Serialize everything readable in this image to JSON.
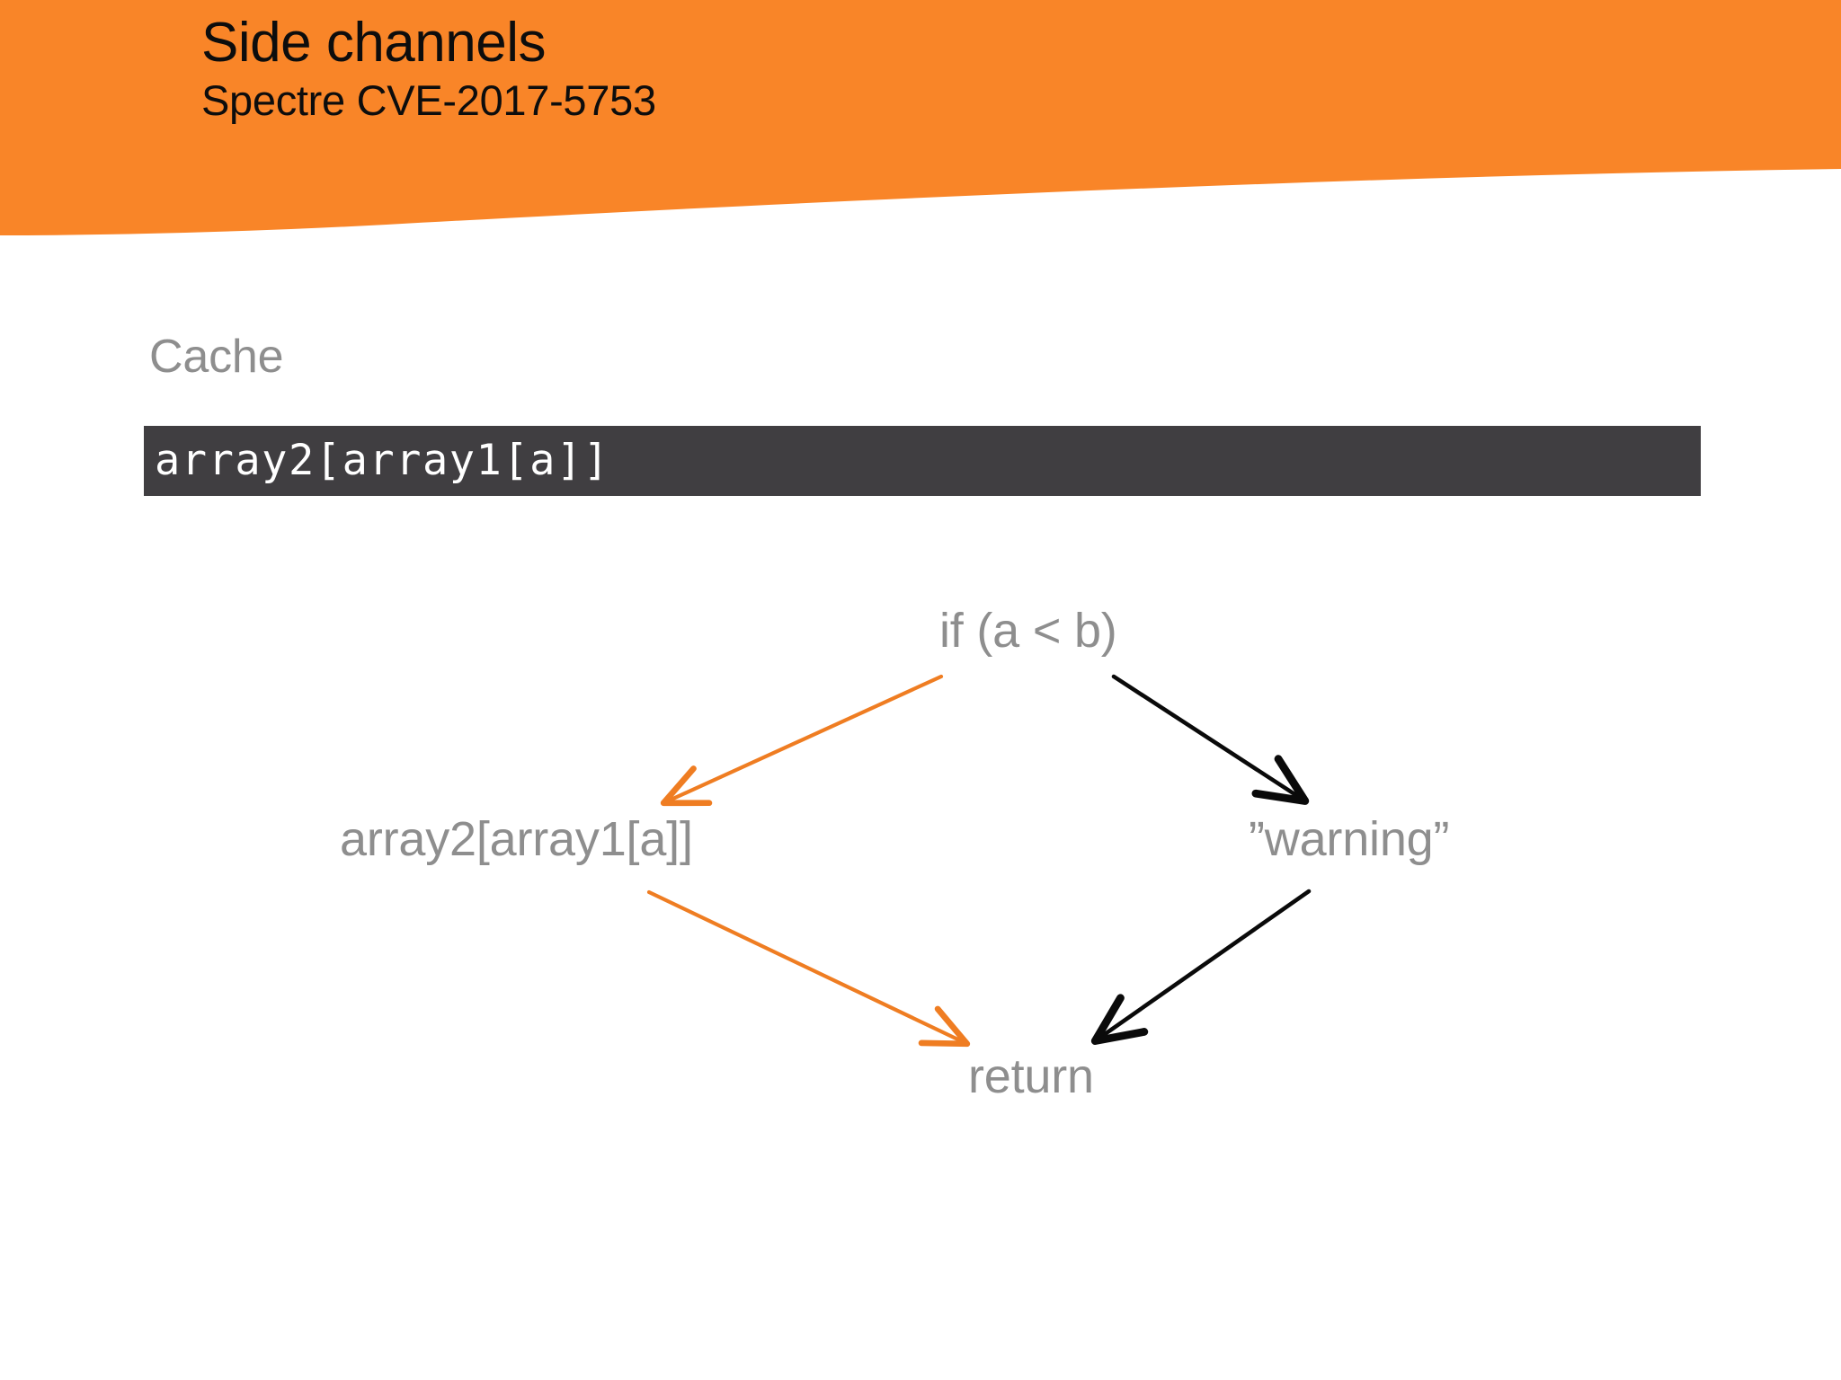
{
  "slide": {
    "title": "Side channels",
    "subtitle": "Spectre CVE-2017-5753",
    "section_label": "Cache",
    "code_bar": {
      "text": "array2[array1[a]]"
    }
  },
  "colors": {
    "header_orange": "#F98528",
    "code_bar_background": "#403E41",
    "code_bar_text": "#FFFFFF",
    "body_text_gray": "#8E8E8E",
    "title_black": "#0D0D0D",
    "arrow_orange": "#EF7D22",
    "arrow_black": "#0A0A0A"
  },
  "diagram": {
    "type": "flowchart",
    "nodes": [
      {
        "id": "condition",
        "label": "if (a < b)"
      },
      {
        "id": "true-branch",
        "label": "array2[array1[a]]"
      },
      {
        "id": "false-branch",
        "label": "”warning”"
      },
      {
        "id": "return",
        "label": "return"
      }
    ],
    "edges": [
      {
        "from": "condition",
        "to": "true-branch",
        "color": "#EF7D22"
      },
      {
        "from": "condition",
        "to": "false-branch",
        "color": "#0A0A0A"
      },
      {
        "from": "true-branch",
        "to": "return",
        "color": "#EF7D22"
      },
      {
        "from": "false-branch",
        "to": "return",
        "color": "#0A0A0A"
      }
    ]
  }
}
